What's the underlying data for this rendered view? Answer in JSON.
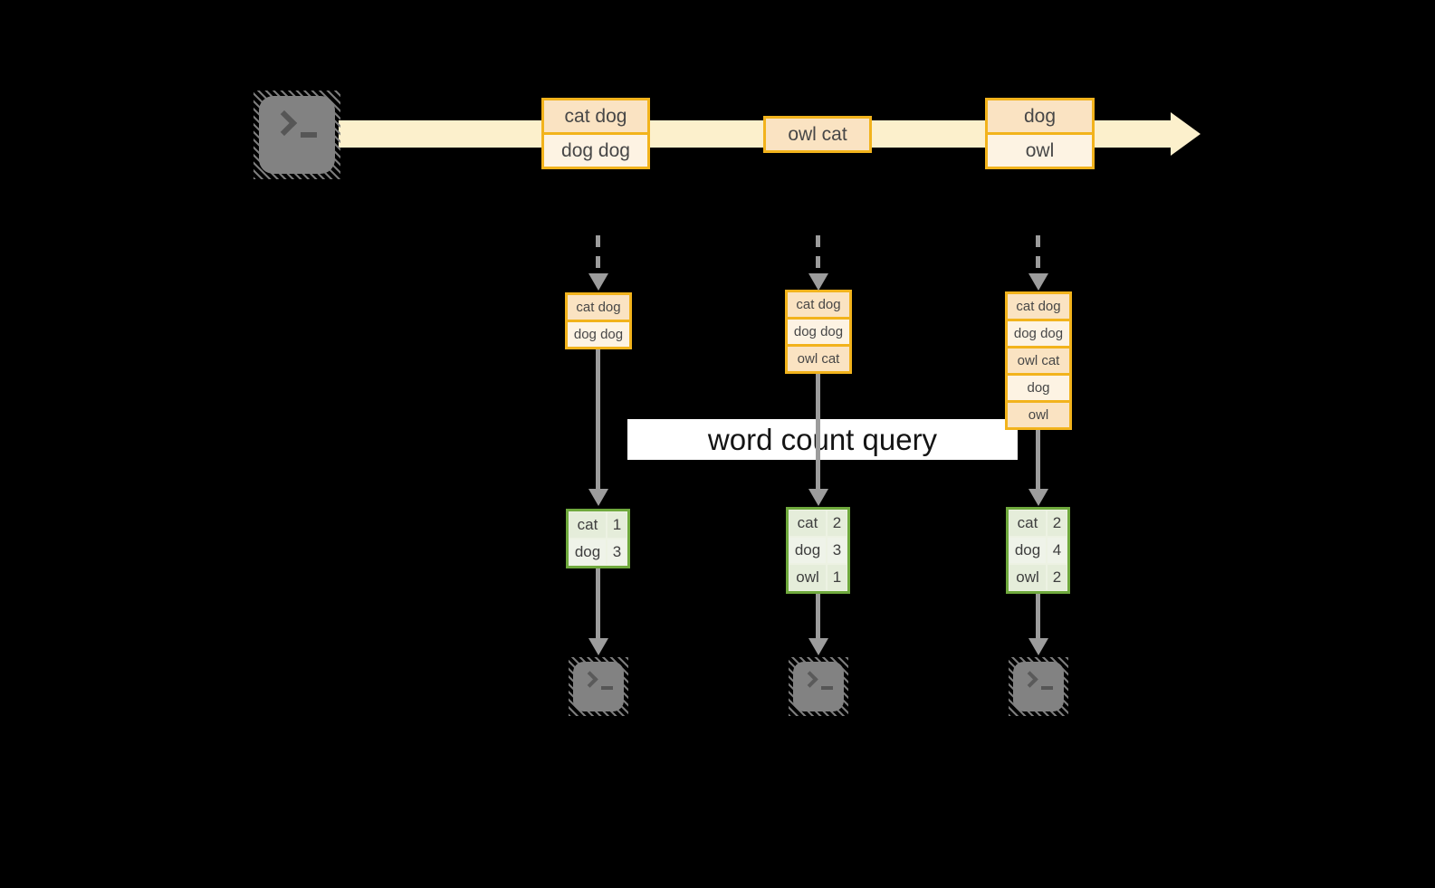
{
  "query_label": "word count query",
  "stream": {
    "batches": [
      {
        "items": [
          "cat dog",
          "dog dog"
        ]
      },
      {
        "items": [
          "owl cat"
        ]
      },
      {
        "items": [
          "dog",
          "owl"
        ]
      }
    ]
  },
  "columns": [
    {
      "buffer": [
        "cat dog",
        "dog dog"
      ],
      "counts": [
        [
          "cat",
          "1"
        ],
        [
          "dog",
          "3"
        ]
      ]
    },
    {
      "buffer": [
        "cat dog",
        "dog dog",
        "owl cat"
      ],
      "counts": [
        [
          "cat",
          "2"
        ],
        [
          "dog",
          "3"
        ],
        [
          "owl",
          "1"
        ]
      ]
    },
    {
      "buffer": [
        "cat dog",
        "dog dog",
        "owl cat",
        "dog",
        "owl"
      ],
      "counts": [
        [
          "cat",
          "2"
        ],
        [
          "dog",
          "4"
        ],
        [
          "owl",
          "2"
        ]
      ]
    }
  ],
  "colors": {
    "background": "#000000",
    "stream_band": "#fcf0cc",
    "record_border": "#f2b31c",
    "record_fill_dark": "#fae3c2",
    "record_fill_light": "#fdf3e3",
    "table_border": "#6fa93d",
    "table_fill_dark": "#e5edda",
    "table_fill_light": "#eff3e9",
    "arrow_gray": "#9c9c9c",
    "terminal_gray": "#828282",
    "query_box_bg": "#ffffff"
  }
}
